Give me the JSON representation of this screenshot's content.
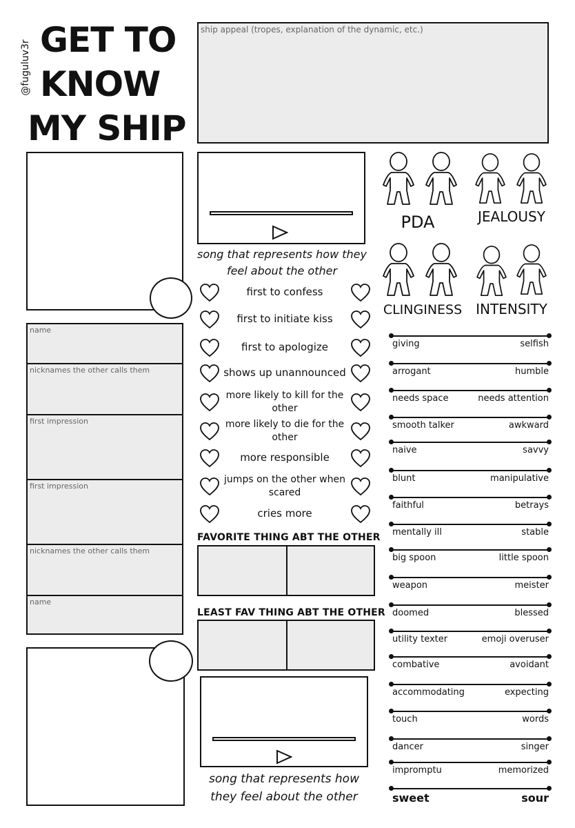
{
  "header": {
    "handle": "@fuguluv3r",
    "title_lines": [
      "GET TO",
      "KNOW",
      "MY SHIP"
    ],
    "ship_appeal_label": "ship appeal (tropes, explanation of the dynamic, etc.)"
  },
  "character_fields": [
    "name",
    "nicknames the other calls them",
    "first impression",
    "first impression",
    "nicknames the other calls them",
    "name"
  ],
  "songs": {
    "top_caption": "song that represents how they feel about the other",
    "bottom_caption": "song that represents how they feel about the other"
  },
  "questions": [
    "first to confess",
    "first to initiate kiss",
    "first to apologize",
    "shows up unannounced",
    "more likely to kill for the other",
    "more likely to die for the other",
    "more responsible",
    "jumps on the other when scared",
    "cries more"
  ],
  "sections": {
    "favorite": "FAVORITE THING ABT THE OTHER",
    "least_fav": "LEAST FAV THING ABT THE OTHER"
  },
  "traits": [
    "PDA",
    "JEALOUSY",
    "CLINGINESS",
    "INTENSITY"
  ],
  "scales": [
    {
      "left": "giving",
      "right": "selfish"
    },
    {
      "left": "arrogant",
      "right": "humble"
    },
    {
      "left": "needs space",
      "right": "needs attention"
    },
    {
      "left": "smooth talker",
      "right": "awkward"
    },
    {
      "left": "naive",
      "right": "savvy"
    },
    {
      "left": "blunt",
      "right": "manipulative"
    },
    {
      "left": "faithful",
      "right": "betrays"
    },
    {
      "left": "mentally ill",
      "right": "stable"
    },
    {
      "left": "big spoon",
      "right": "little spoon"
    },
    {
      "left": "weapon",
      "right": "meister"
    },
    {
      "left": "doomed",
      "right": "blessed"
    },
    {
      "left": "utility texter",
      "right": "emoji overuser"
    },
    {
      "left": "combative",
      "right": "avoidant"
    },
    {
      "left": "accommodating",
      "right": "expecting"
    },
    {
      "left": "touch",
      "right": "words"
    },
    {
      "left": "dancer",
      "right": "singer"
    },
    {
      "left": "impromptu",
      "right": "memorized"
    },
    {
      "left": "sweet",
      "right": "sour"
    }
  ]
}
